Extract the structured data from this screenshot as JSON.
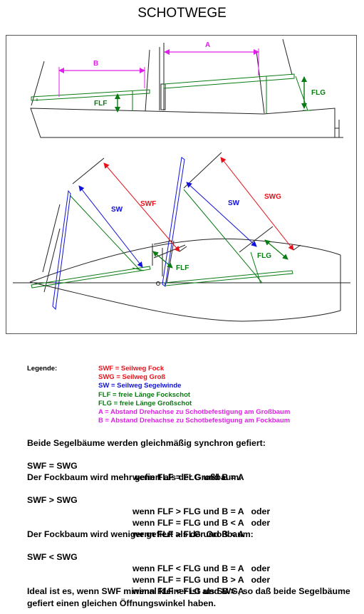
{
  "title": "SCHOTWEGE",
  "diagram_labels": {
    "a": "A",
    "b": "B",
    "flf_side": "FLF",
    "flg_side": "FLG",
    "swf": "SWF",
    "swg": "SWG",
    "sw_left": "SW",
    "sw_right": "SW",
    "flf_top": "FLF",
    "flg_top": "FLG"
  },
  "colors": {
    "red": "#e8101a",
    "blue": "#1010d8",
    "green": "#0a7a12",
    "magenta": "#e020e8"
  },
  "legend": {
    "title": "Legende:",
    "items": [
      {
        "text": "SWF = Seilweg Fock",
        "color": "#e8101a"
      },
      {
        "text": "SWG = Seilweg Groß",
        "color": "#e8101a"
      },
      {
        "text": "SW = Seilweg Segelwinde",
        "color": "#1010d8"
      },
      {
        "text": "FLF = freie Länge Fockschot",
        "color": "#0a7a12"
      },
      {
        "text": "FLG = freie Länge Großschot",
        "color": "#0a7a12"
      },
      {
        "text": "A = Abstand Drehachse zu Schotbefestigung am Großbaum",
        "color": "#e020e8"
      },
      {
        "text": "B = Abstand Drehachse zu Schotbefestigung am Fockbaum",
        "color": "#e020e8"
      }
    ]
  },
  "sections": [
    {
      "heading": "Beide Segelbäume werden gleichmäßig synchron gefiert:",
      "rows": [
        {
          "left": "SWF = SWG",
          "right": "wenn FLF = FLG und B = A"
        }
      ]
    },
    {
      "heading": "Der Fockbaum wird mehr gefiert als der Großbaum:",
      "rows": [
        {
          "left": "SWF > SWG",
          "right": "wenn FLF > FLG und B = A   oder"
        },
        {
          "left": "",
          "right": "wenn FLF = FLG und B < A   oder"
        },
        {
          "left": "",
          "right": "wenn FLF > FLG und B < A"
        }
      ]
    },
    {
      "heading": "Der Fockbaum wird weniger gefiert als der Großbaum:",
      "rows": [
        {
          "left": "SWF < SWG",
          "right": "wenn FLF < FLG und B = A   oder"
        },
        {
          "left": "",
          "right": "wenn FLF = FLG und B > A   oder"
        },
        {
          "left": "",
          "right": "wenn FLF < FLG und B > A"
        }
      ]
    }
  ],
  "final": "Ideal ist es, wenn SWF minimal kleiner ist als SWG, so daß beide Segelbäume gefiert einen gleichen Öffnungswinkel haben."
}
